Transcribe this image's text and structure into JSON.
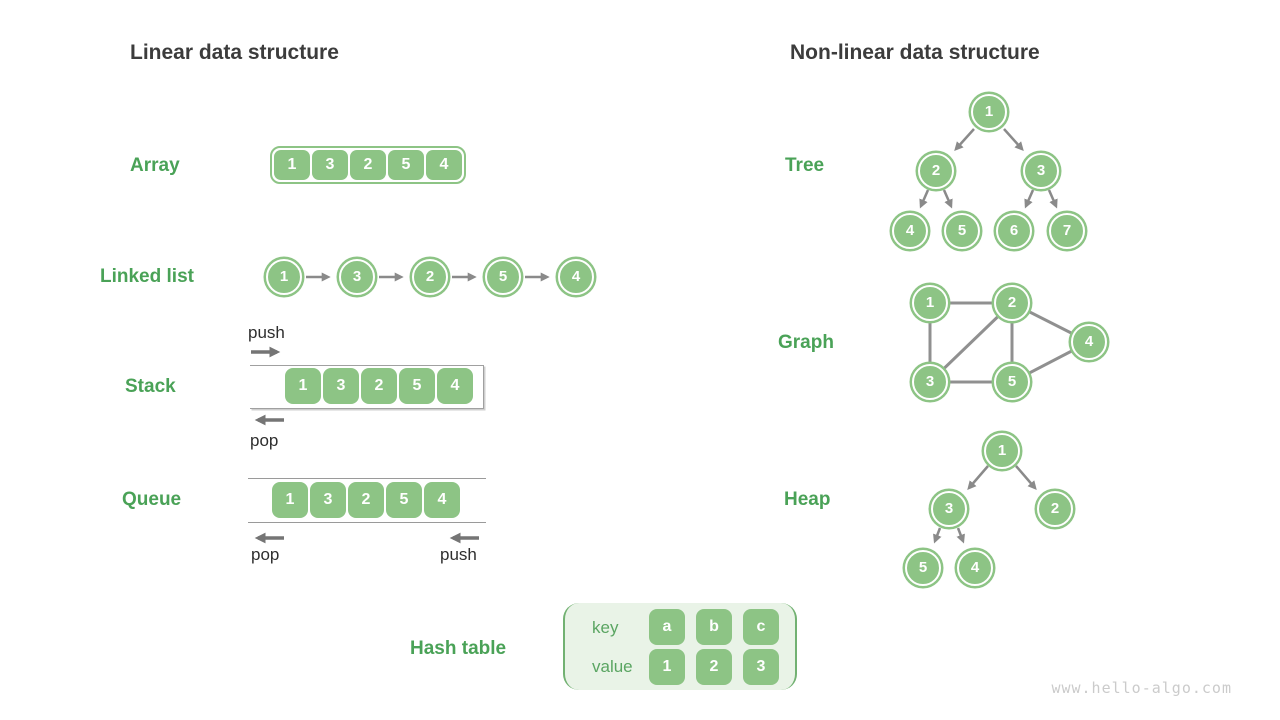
{
  "colors": {
    "node_green": "#8dc485",
    "label_green": "#4aa257",
    "title_dark": "#3c3c3c",
    "arrow_gray": "#8a8a8a",
    "hash_bg": "#e9f3e7",
    "hash_border": "#72b172",
    "watermark_gray": "#cbcbcb"
  },
  "watermark": "www.hello-algo.com",
  "left": {
    "title": "Linear data structure",
    "array": {
      "label": "Array",
      "values": [
        "1",
        "3",
        "2",
        "5",
        "4"
      ]
    },
    "linked_list": {
      "label": "Linked list",
      "values": [
        "1",
        "3",
        "2",
        "5",
        "4"
      ]
    },
    "stack": {
      "label": "Stack",
      "values": [
        "1",
        "3",
        "2",
        "5",
        "4"
      ],
      "push_label": "push",
      "pop_label": "pop"
    },
    "queue": {
      "label": "Queue",
      "values": [
        "1",
        "3",
        "2",
        "5",
        "4"
      ],
      "pop_label": "pop",
      "push_label": "push"
    },
    "hash_table": {
      "label": "Hash table",
      "key_label": "key",
      "value_label": "value",
      "keys": [
        "a",
        "b",
        "c"
      ],
      "values": [
        "1",
        "2",
        "3"
      ]
    }
  },
  "right": {
    "title": "Non-linear data structure",
    "tree": {
      "label": "Tree",
      "nodes": [
        "1",
        "2",
        "3",
        "4",
        "5",
        "6",
        "7"
      ],
      "edges": [
        [
          "1",
          "2"
        ],
        [
          "1",
          "3"
        ],
        [
          "2",
          "4"
        ],
        [
          "2",
          "5"
        ],
        [
          "3",
          "6"
        ],
        [
          "3",
          "7"
        ]
      ]
    },
    "graph": {
      "label": "Graph",
      "nodes": [
        "1",
        "2",
        "3",
        "4",
        "5"
      ],
      "edges": [
        [
          "1",
          "2"
        ],
        [
          "1",
          "3"
        ],
        [
          "2",
          "3"
        ],
        [
          "2",
          "4"
        ],
        [
          "2",
          "5"
        ],
        [
          "3",
          "5"
        ],
        [
          "5",
          "4"
        ]
      ]
    },
    "heap": {
      "label": "Heap",
      "nodes": [
        "1",
        "3",
        "2",
        "5",
        "4"
      ],
      "edges": [
        [
          "1",
          "3"
        ],
        [
          "1",
          "2"
        ],
        [
          "3",
          "5"
        ],
        [
          "3",
          "4"
        ]
      ]
    }
  }
}
